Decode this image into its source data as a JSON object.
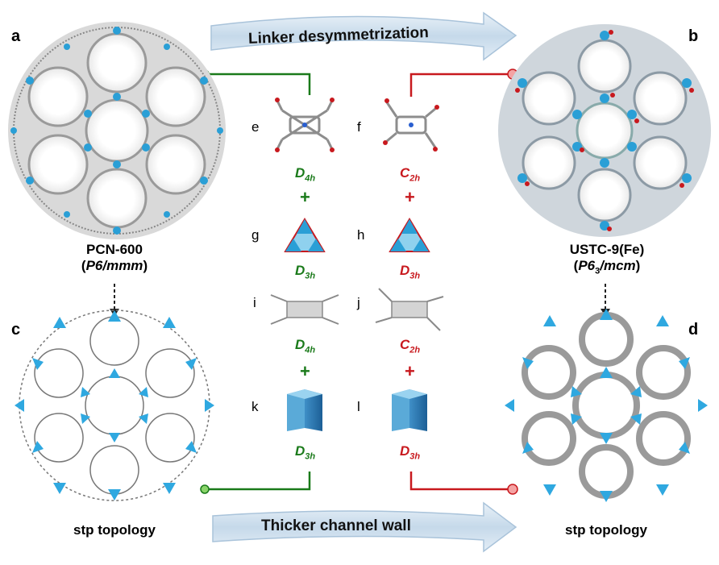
{
  "top_arrow_label": "Linker desymmetrization",
  "bottom_arrow_label": "Thicker channel wall",
  "panels": {
    "a": "a",
    "b": "b",
    "c": "c",
    "d": "d",
    "e": "e",
    "f": "f",
    "g": "g",
    "h": "h",
    "i": "i",
    "j": "j",
    "k": "k",
    "l": "l"
  },
  "left_mof": {
    "name": "PCN-600",
    "space_group_prefix": "(",
    "space_group": "P6/mmm",
    "space_group_suffix": ")"
  },
  "right_mof": {
    "name": "USTC-9(Fe)",
    "space_group_prefix": "(",
    "sg_a": "P6",
    "sg_sub": "3",
    "sg_b": "/mcm",
    "space_group_suffix": ")"
  },
  "left_topology": "stp topology",
  "right_topology": "stp topology",
  "symmetry_left": [
    {
      "main": "D",
      "sub": "4h"
    },
    {
      "main": "D",
      "sub": "3h"
    },
    {
      "main": "D",
      "sub": "4h"
    },
    {
      "main": "D",
      "sub": "3h"
    }
  ],
  "symmetry_right": [
    {
      "main": "C",
      "sub": "2h"
    },
    {
      "main": "D",
      "sub": "3h"
    },
    {
      "main": "C",
      "sub": "2h"
    },
    {
      "main": "D",
      "sub": "3h"
    }
  ],
  "plus": "+",
  "colors": {
    "green": "#1a7a1a",
    "red": "#c8191e",
    "blue": "#2a9fd6",
    "grey": "#9a9a9a",
    "arrow": "#c9dbea"
  }
}
